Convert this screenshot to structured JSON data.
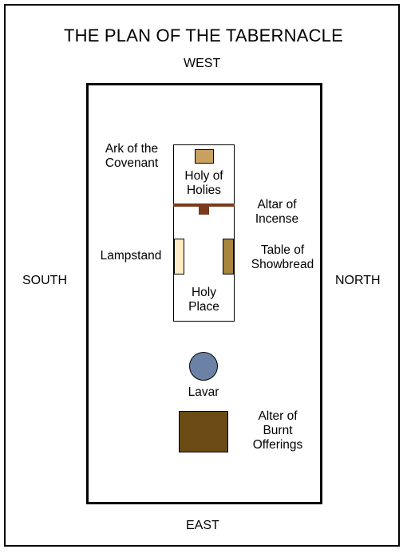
{
  "title": "THE PLAN OF THE TABERNACLE",
  "directions": {
    "west": "WEST",
    "east": "EAST",
    "south": "SOUTH",
    "north": "NORTH"
  },
  "labels": {
    "ark_line1": "Ark of the",
    "ark_line2": "Covenant",
    "holy_of_holies_line1": "Holy of",
    "holy_of_holies_line2": "Holies",
    "altar_incense_line1": "Altar of",
    "altar_incense_line2": "Incense",
    "lampstand": "Lampstand",
    "table_line1": "Table of",
    "table_line2": "Showbread",
    "holy_place_line1": "Holy",
    "holy_place_line2": "Place",
    "lavar": "Lavar",
    "burnt_line1": "Alter of",
    "burnt_line2": "Burnt",
    "burnt_line3": "Offerings"
  },
  "colors": {
    "ark": "#c8a060",
    "veil": "#7a3a1c",
    "incense_altar": "#7a3a1c",
    "lampstand": "#fdebc4",
    "table": "#a8843c",
    "lavar": "#6b82a6",
    "burnt_altar": "#6b4a14"
  }
}
